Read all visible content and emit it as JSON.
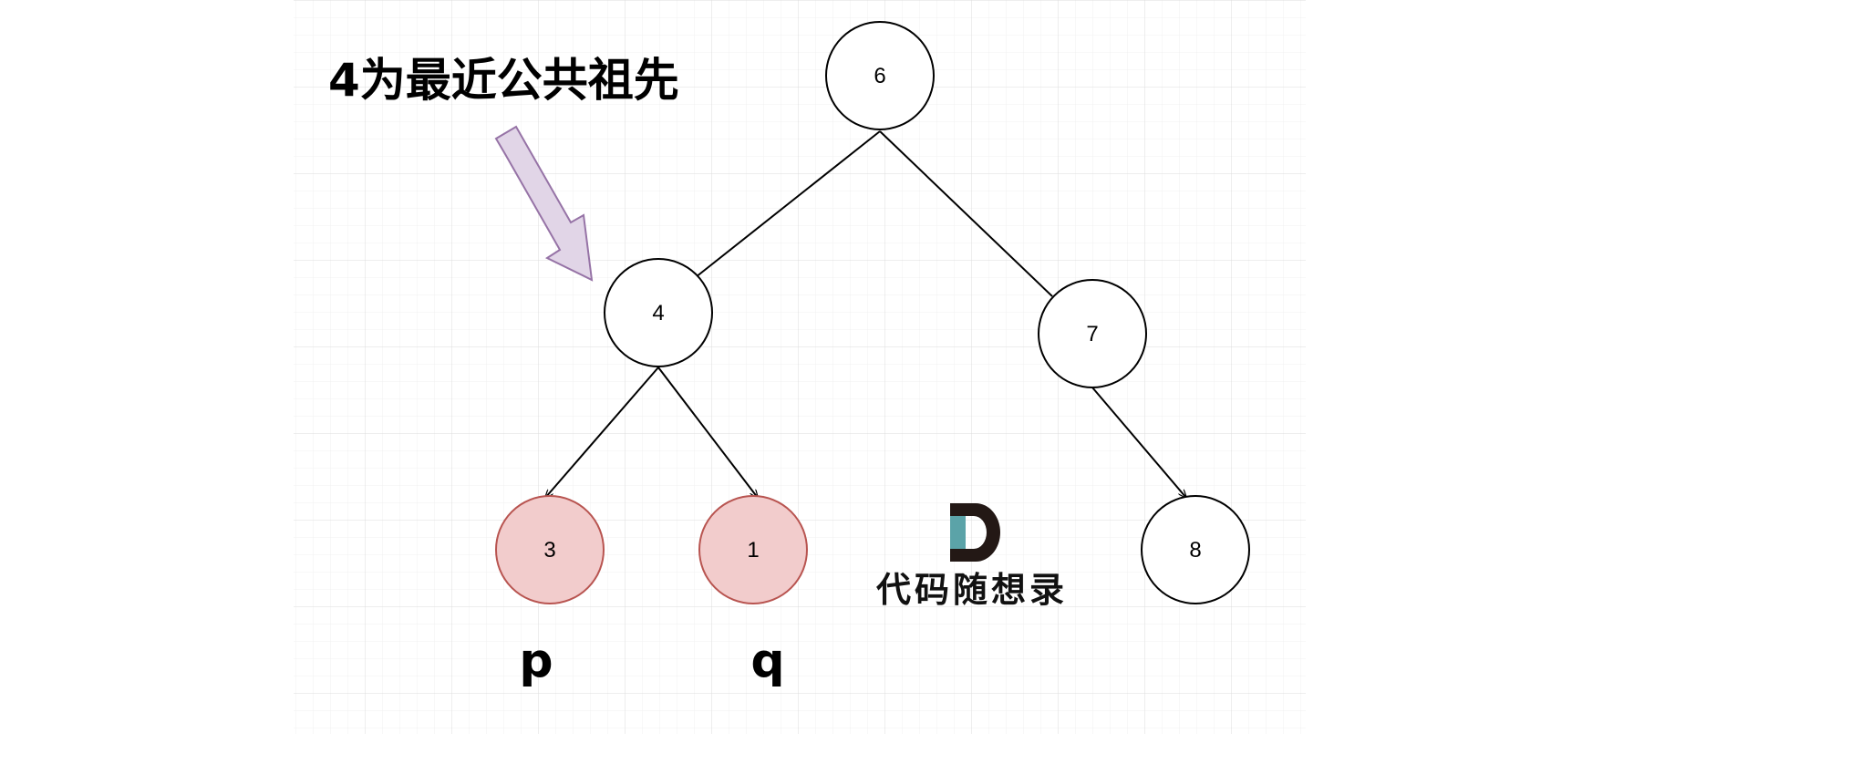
{
  "diagram": {
    "title": "4为最近公共祖先",
    "nodes": [
      {
        "id": "6",
        "label": "6",
        "highlighted": false
      },
      {
        "id": "4",
        "label": "4",
        "highlighted": false
      },
      {
        "id": "7",
        "label": "7",
        "highlighted": false
      },
      {
        "id": "3",
        "label": "3",
        "highlighted": true
      },
      {
        "id": "1",
        "label": "1",
        "highlighted": true
      },
      {
        "id": "8",
        "label": "8",
        "highlighted": false
      }
    ],
    "edges": [
      {
        "from": "6",
        "to": "4"
      },
      {
        "from": "6",
        "to": "7"
      },
      {
        "from": "4",
        "to": "3"
      },
      {
        "from": "4",
        "to": "1"
      },
      {
        "from": "7",
        "to": "8"
      }
    ],
    "markers": {
      "p": "p",
      "q": "q"
    }
  },
  "brand": {
    "name": "代码随想录"
  },
  "colors": {
    "grid_minor": "#f0f0f0",
    "grid_major": "#dcdcdc",
    "node_fill": "#ffffff",
    "node_stroke": "#000000",
    "highlight_fill": "#f2cccc",
    "highlight_stroke": "#b85450",
    "arrow_fill": "#e1d5e7",
    "arrow_stroke": "#9673a6",
    "logo_dark": "#231815",
    "logo_teal": "#5ba3a8"
  }
}
